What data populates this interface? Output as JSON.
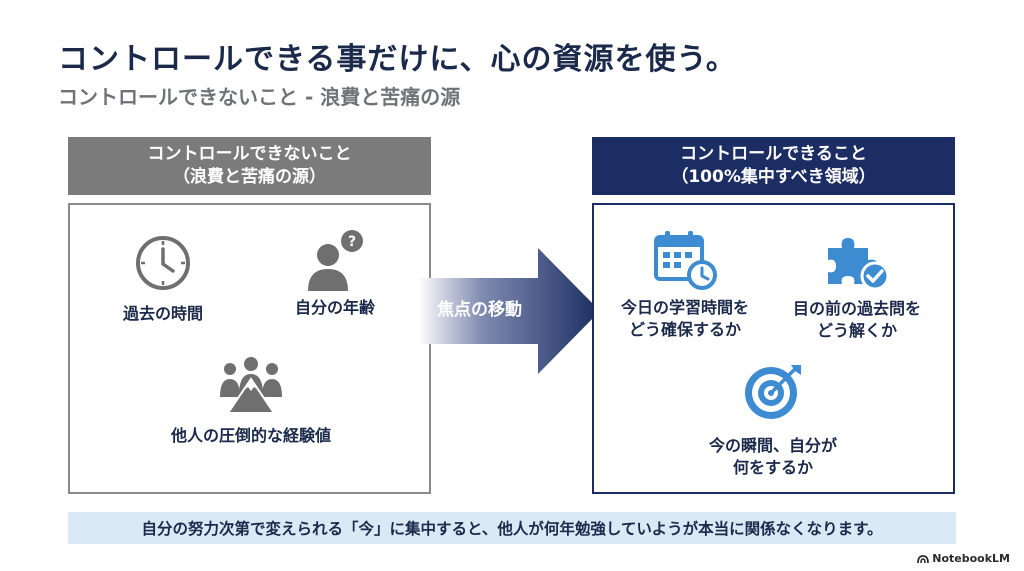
{
  "title": "コントロールできる事だけに、心の資源を使う。",
  "subtitle": "コントロールできないこと - 浪費と苦痛の源",
  "left_panel": {
    "header_line1": "コントロールできないこと",
    "header_line2": "（浪費と苦痛の源）",
    "items": [
      {
        "label": "過去の時間",
        "icon": "clock-icon"
      },
      {
        "label": "自分の年齢",
        "icon": "person-question-icon"
      },
      {
        "label": "他人の圧倒的な経験値",
        "icon": "people-mountain-icon"
      }
    ]
  },
  "arrow": {
    "label": "焦点の移動"
  },
  "right_panel": {
    "header_line1": "コントロールできること",
    "header_line2": "（100%集中すべき領域）",
    "items": [
      {
        "label_line1": "今日の学習時間を",
        "label_line2": "どう確保するか",
        "icon": "calendar-clock-icon"
      },
      {
        "label_line1": "目の前の過去問を",
        "label_line2": "どう解くか",
        "icon": "puzzle-check-icon"
      },
      {
        "label_line1": "今の瞬間、自分が",
        "label_line2": "何をするか",
        "icon": "target-icon"
      }
    ]
  },
  "bottom_message": "自分の努力次第で変えられる「今」に集中すると、他人が何年勉強していようが本当に関係なくなります。",
  "brand": "NotebookLM",
  "colors": {
    "navy": "#1b2d62",
    "gray": "#7b7b7b",
    "icon_gray": "#6f6f6f",
    "icon_blue": "#3d8bd0",
    "highlight": "#dbe9f7"
  }
}
